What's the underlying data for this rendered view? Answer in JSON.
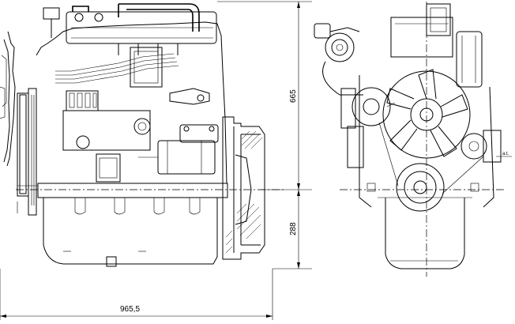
{
  "dimensions": {
    "overall_length": "965,5",
    "height_upper": "665",
    "height_lower": "288",
    "side_note": "a.t."
  }
}
